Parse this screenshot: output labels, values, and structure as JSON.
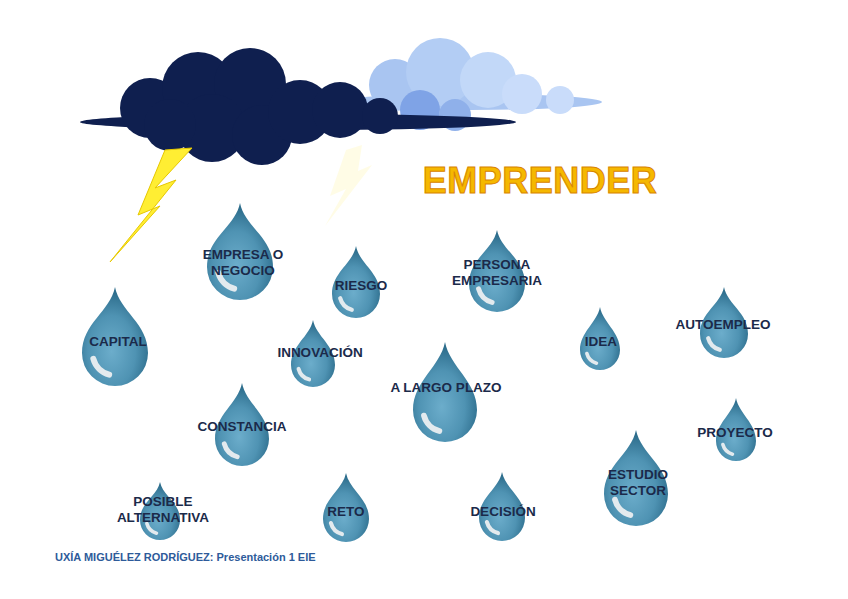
{
  "diagram": {
    "title": "EMPRENDER",
    "caption": "UXÍA MIGUÉLEZ RODRÍGUEZ: Presentación 1 EIE",
    "nodes": [
      {
        "text": [
          "EMPRESA O NEGOCIO"
        ]
      },
      {
        "text": [
          "PERSONA EMPRESARIA"
        ]
      },
      {
        "text": [
          "RIESGO"
        ]
      },
      {
        "text": [
          "AUTOEMPLEO"
        ]
      },
      {
        "text": [
          "CAPITAL"
        ]
      },
      {
        "text": [
          "IDEA"
        ]
      },
      {
        "text": [
          "INNOVACIÓN"
        ]
      },
      {
        "text": [
          "A LARGO PLAZO"
        ]
      },
      {
        "text": [
          "CONSTANCIA"
        ]
      },
      {
        "text": [
          "PROYECTO"
        ]
      },
      {
        "text": [
          "ESTUDIO SECTOR"
        ]
      },
      {
        "text": [
          "POSIBLE ALTERNATIVA"
        ]
      },
      {
        "text": [
          "RETO"
        ]
      },
      {
        "text": [
          "DECISIÓN"
        ]
      }
    ],
    "edges": []
  }
}
